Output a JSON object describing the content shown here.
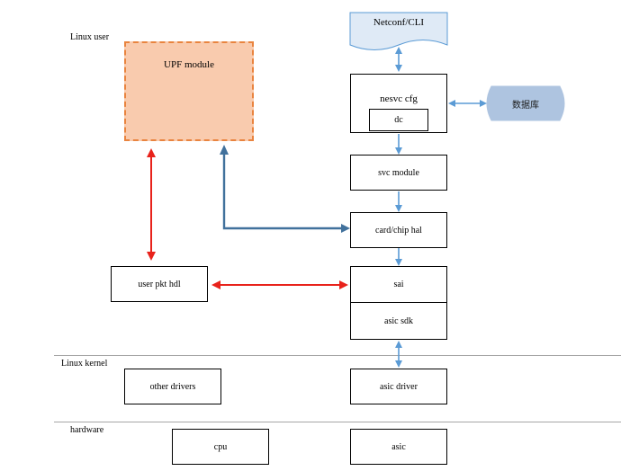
{
  "layers": {
    "user": "Linux user",
    "kernel": "Linux kernel",
    "hardware": "hardware"
  },
  "blocks": {
    "upf_module": "UPF module",
    "netconf_cli": "Netconf/CLI",
    "nesvc_cfg": "nesvc cfg",
    "dc": "dc",
    "database": "数据库",
    "svc_module": "svc module",
    "card_chip_hal": "card/chip hal",
    "user_pkt_hdl": "user pkt hdl",
    "sai": "sai",
    "asic_sdk": "asic sdk",
    "other_drivers": "other drivers",
    "asic_driver": "asic driver",
    "cpu": "cpu",
    "asic": "asic"
  },
  "colors": {
    "upf_fill": "#f9cbae",
    "upf_border": "#e9843f",
    "link_blue": "#5b9bd5",
    "link_dark_blue": "#41719c",
    "link_red": "#e8221b",
    "netconf_fill": "#dfeaf6",
    "database_fill": "#aec4e0",
    "divider": "#a6a6a6"
  }
}
